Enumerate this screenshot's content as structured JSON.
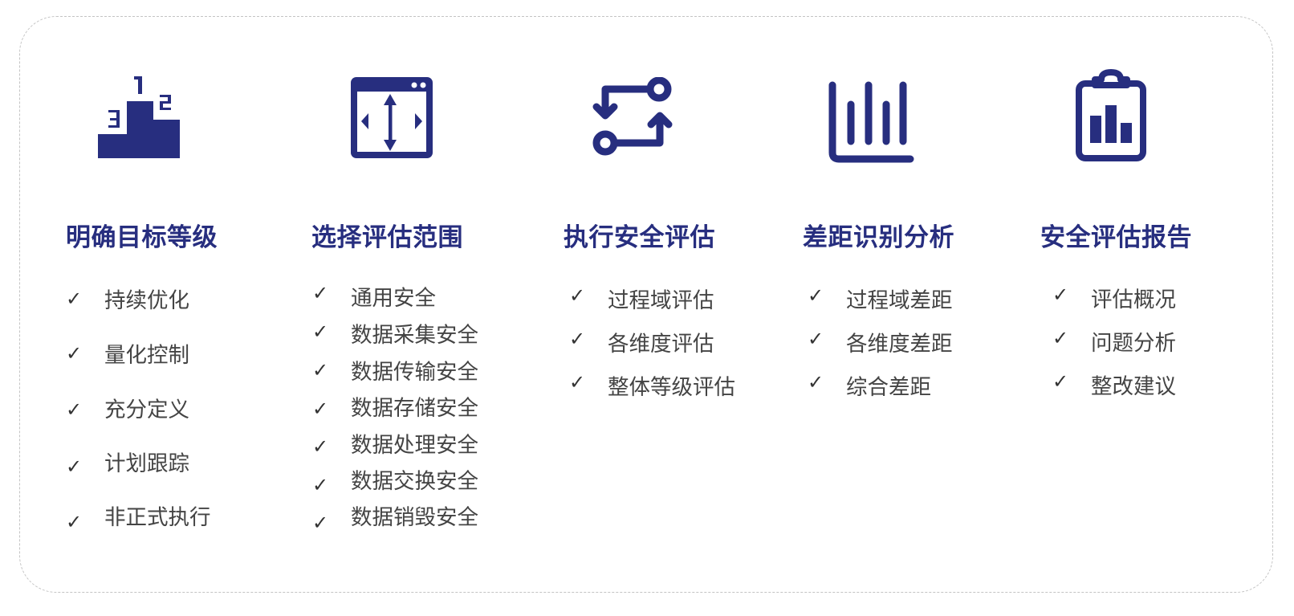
{
  "accent_color": "#272e7f",
  "text_color": "#444444",
  "border_color": "#c4c4c4",
  "columns": [
    {
      "icon": "podium-icon",
      "title": "明确目标等级",
      "items": [
        "持续优化",
        "量化控制",
        "充分定义",
        "计划跟踪",
        "非正式执行"
      ]
    },
    {
      "icon": "browser-window-resize-icon",
      "title": "选择评估范围",
      "items": [
        "通用安全",
        "数据采集安全",
        "数据传输安全",
        "数据存储安全",
        "数据处理安全",
        "数据交换安全",
        "数据销毁安全"
      ]
    },
    {
      "icon": "exchange-arrows-icon",
      "title": "执行安全评估",
      "items": [
        "过程域评估",
        "各维度评估",
        "整体等级评估"
      ]
    },
    {
      "icon": "bar-chart-icon",
      "title": "差距识别分析",
      "items": [
        "过程域差距",
        "各维度差距",
        "综合差距"
      ]
    },
    {
      "icon": "clipboard-chart-icon",
      "title": "安全评估报告",
      "items": [
        "评估概况",
        "问题分析",
        "整改建议"
      ]
    }
  ],
  "check_glyph": "✓"
}
